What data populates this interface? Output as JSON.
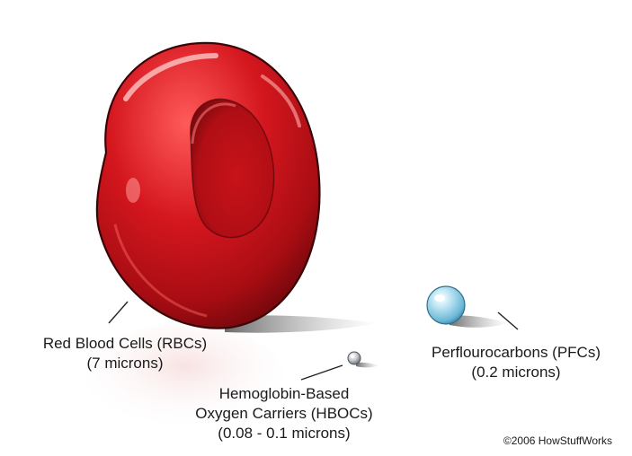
{
  "colors": {
    "rbc_fill": "#c8141c",
    "rbc_dark": "#7a0a0e",
    "rbc_highlight": "#ff7a78",
    "pfc_fill": "#8fcde6",
    "hboc_fill": "#b9bcc2",
    "shadow": "#d9d9d9",
    "leader_line": "#333333"
  },
  "items": {
    "rbc": {
      "name": "Red Blood Cells (RBCs)",
      "size": "(7 microns)"
    },
    "hboc": {
      "name_line1": "Hemoglobin-Based",
      "name_line2": "Oxygen Carriers (HBOCs)",
      "size": "(0.08 - 0.1 microns)"
    },
    "pfc": {
      "name": "Perflourocarbons (PFCs)",
      "size": "(0.2 microns)"
    }
  },
  "credit": "©2006 HowStuffWorks"
}
